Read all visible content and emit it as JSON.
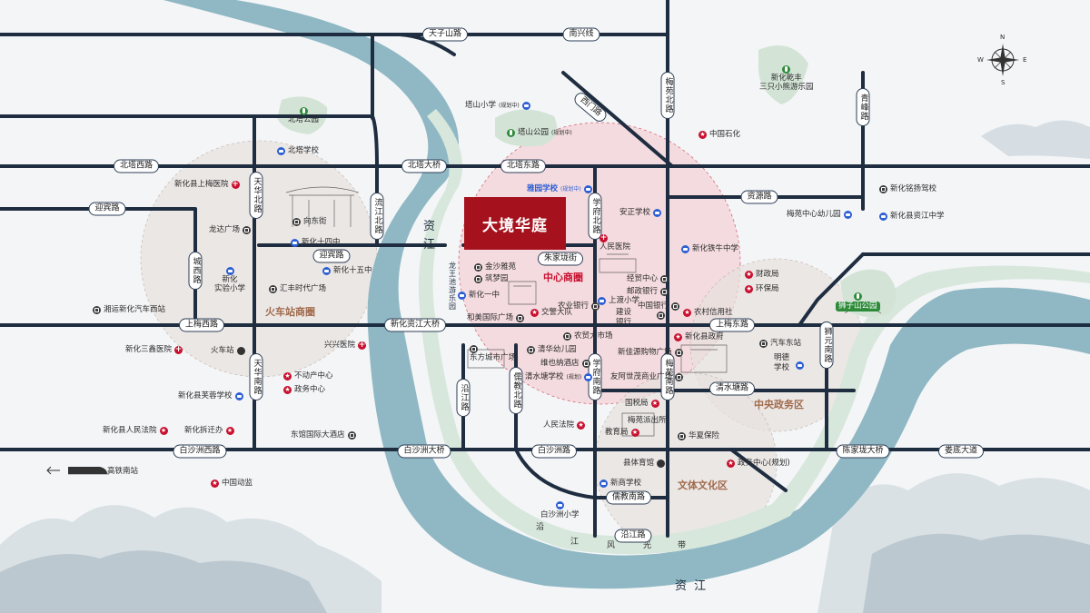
{
  "project": {
    "name": "大境华庭"
  },
  "rivers": {
    "west": "资江",
    "west_char1": "资",
    "west_char2": "江",
    "south": "资  江"
  },
  "greenbelt": {
    "north": "龙王池游乐园",
    "south_chars": [
      "沿",
      "江",
      "风",
      "光",
      "带"
    ]
  },
  "districts": {
    "center": "中心商圈",
    "station": "火车站商圈",
    "gov": "中央政务区",
    "culture": "文体文化区"
  },
  "roads_h": [
    {
      "id": "tianzishan",
      "label": "天子山路"
    },
    {
      "id": "nanxing",
      "label": "南兴线"
    },
    {
      "id": "beita",
      "label": "北塔西路"
    },
    {
      "id": "beita-bridge",
      "label": "北塔大桥"
    },
    {
      "id": "beita-east",
      "label": "北塔东路"
    },
    {
      "id": "ziyuan",
      "label": "资源路"
    },
    {
      "id": "yingbin",
      "label": "迎宾路"
    },
    {
      "id": "yingbin2",
      "label": "迎宾路"
    },
    {
      "id": "zhujia",
      "label": "朱家垅街"
    },
    {
      "id": "shangmei-w",
      "label": "上梅西路"
    },
    {
      "id": "zijiang-bridge",
      "label": "新化资江大桥"
    },
    {
      "id": "shangmei-e",
      "label": "上梅东路"
    },
    {
      "id": "qingshuitang",
      "label": "清水塘路"
    },
    {
      "id": "baishazhou-w",
      "label": "白沙洲西路"
    },
    {
      "id": "baishazhou-bridge",
      "label": "白沙洲大桥"
    },
    {
      "id": "baishazhou",
      "label": "白沙洲路"
    },
    {
      "id": "chenjialong",
      "label": "陈家垅大桥"
    },
    {
      "id": "loudi",
      "label": "娄底大道"
    },
    {
      "id": "xiaojiao",
      "label": "儒教南路"
    },
    {
      "id": "yanjiang",
      "label": "沿江路"
    }
  ],
  "roads_v": [
    {
      "id": "meiyuan-n",
      "label": "梅苑北路"
    },
    {
      "id": "qingfeng",
      "label": "青峰路"
    },
    {
      "id": "tianhua-n",
      "label": "天华北路"
    },
    {
      "id": "liujiang",
      "label": "流江北路"
    },
    {
      "id": "chengxi",
      "label": "城西路"
    },
    {
      "id": "xuefu-n",
      "label": "学府北路"
    },
    {
      "id": "xuefu-s",
      "label": "学府南路"
    },
    {
      "id": "tianhua-s",
      "label": "天华南路"
    },
    {
      "id": "yanjiang-v",
      "label": "沿江路"
    },
    {
      "id": "rujiao-n",
      "label": "儒教北路"
    },
    {
      "id": "meiyuan-s",
      "label": "梅苑南路"
    },
    {
      "id": "shizishan",
      "label": "狮元南路"
    },
    {
      "id": "north-diag",
      "label": "西门路"
    }
  ],
  "poi": {
    "beita_park": "北塔公园",
    "beita_school": "北塔学校",
    "tashan_school": "塔山小学",
    "tashan_school_note": "(规划中)",
    "tashan_park": "塔山公园",
    "tashan_park_note": "(规划中)",
    "yayuan": "雅园学校",
    "yayuan_note": "(规划中)",
    "zhongguo_shihua": "中国石化",
    "xinhua_qiaotou": "新化乾丰",
    "sanzhi": "三只小熊游乐园",
    "xinhua_mingyang": "新化铭扬驾校",
    "meiyuan_kg": "梅苑中心幼儿园",
    "zijiang_school": "新化县资江中学",
    "anzheng": "安正学校",
    "renmin_hosp": "人民医院",
    "tiexiu": "新化铁牛中学",
    "caizheng": "财政局",
    "huanbao": "环保局",
    "shizishan_park": "狮子山公园",
    "shangmei_hosp": "新化县上梅医院",
    "xiangdong": "向东街",
    "longda": "龙达广场",
    "xh14": "新化十四中",
    "xh15": "新化十五中",
    "shiyan": "新化",
    "shiyan2": "实验小学",
    "huifeng": "汇丰时代广场",
    "jinsha_yayuan": "金沙雅苑",
    "zhumeng": "筑梦园",
    "yizhong": "新化一中",
    "jingxian": "经贸中心",
    "youzheng": "邮政银行",
    "shangyi": "上渡小学",
    "nongye": "农业银行",
    "jiaojing": "交警大队",
    "zhongguo_bank": "中国银行",
    "jianshe": "建设",
    "jianshe2": "银行",
    "nongcun": "农村信用社",
    "hemei": "和美国际广场",
    "xiangshi_bus": "湘运新化汽车西站",
    "xinhua_gov": "新化县政府",
    "qiche_bus": "汽车东站",
    "mingde": "明德",
    "mingde2": "学校",
    "sanxin_hosp": "新化三鑫医院",
    "huochezhan": "火车站",
    "xingxing": "兴兴医院",
    "budong": "不动产中心",
    "zhengwu": "政务中心",
    "furong": "新化县芙蓉学校",
    "nongfa": "农贸大市场",
    "dongfang": "东方城市广场",
    "qingshui_kg": "清华幼儿园",
    "weiye": "维也纳酒店",
    "qingshuitang_school": "清水塘学校",
    "qingshuitang_note": "(规划)",
    "xinjian": "新佳源购物广场",
    "youyou": "友阿世茂商业广场",
    "renmin_court": "新化县人民法院",
    "chaichu": "新化拆迁办",
    "dongpu": "东馆国际大酒店",
    "jiaoyu": "教育局",
    "guotu": "国税局",
    "renfa": "人民法院",
    "meiyuan_office": "梅苑派出所",
    "huaxia": "华夏保险",
    "tiyu": "县体育馆",
    "xinshang": "新商学校",
    "zhengwu_plan": "政务中心(规划)",
    "baishazhou_school": "白沙洲小学",
    "gaotie": "高铁南站",
    "zhongguo_dx": "中国动监"
  },
  "compass": {
    "n": "N",
    "s": "S",
    "e": "E",
    "w": "W"
  },
  "colors": {
    "river": "#8fb8c4",
    "greenbelt": "#d7e7dc",
    "road": "#1f2d40",
    "center_circle": "#f3c9cf",
    "district_circle": "#e8e2de",
    "project": "#a5121e"
  }
}
